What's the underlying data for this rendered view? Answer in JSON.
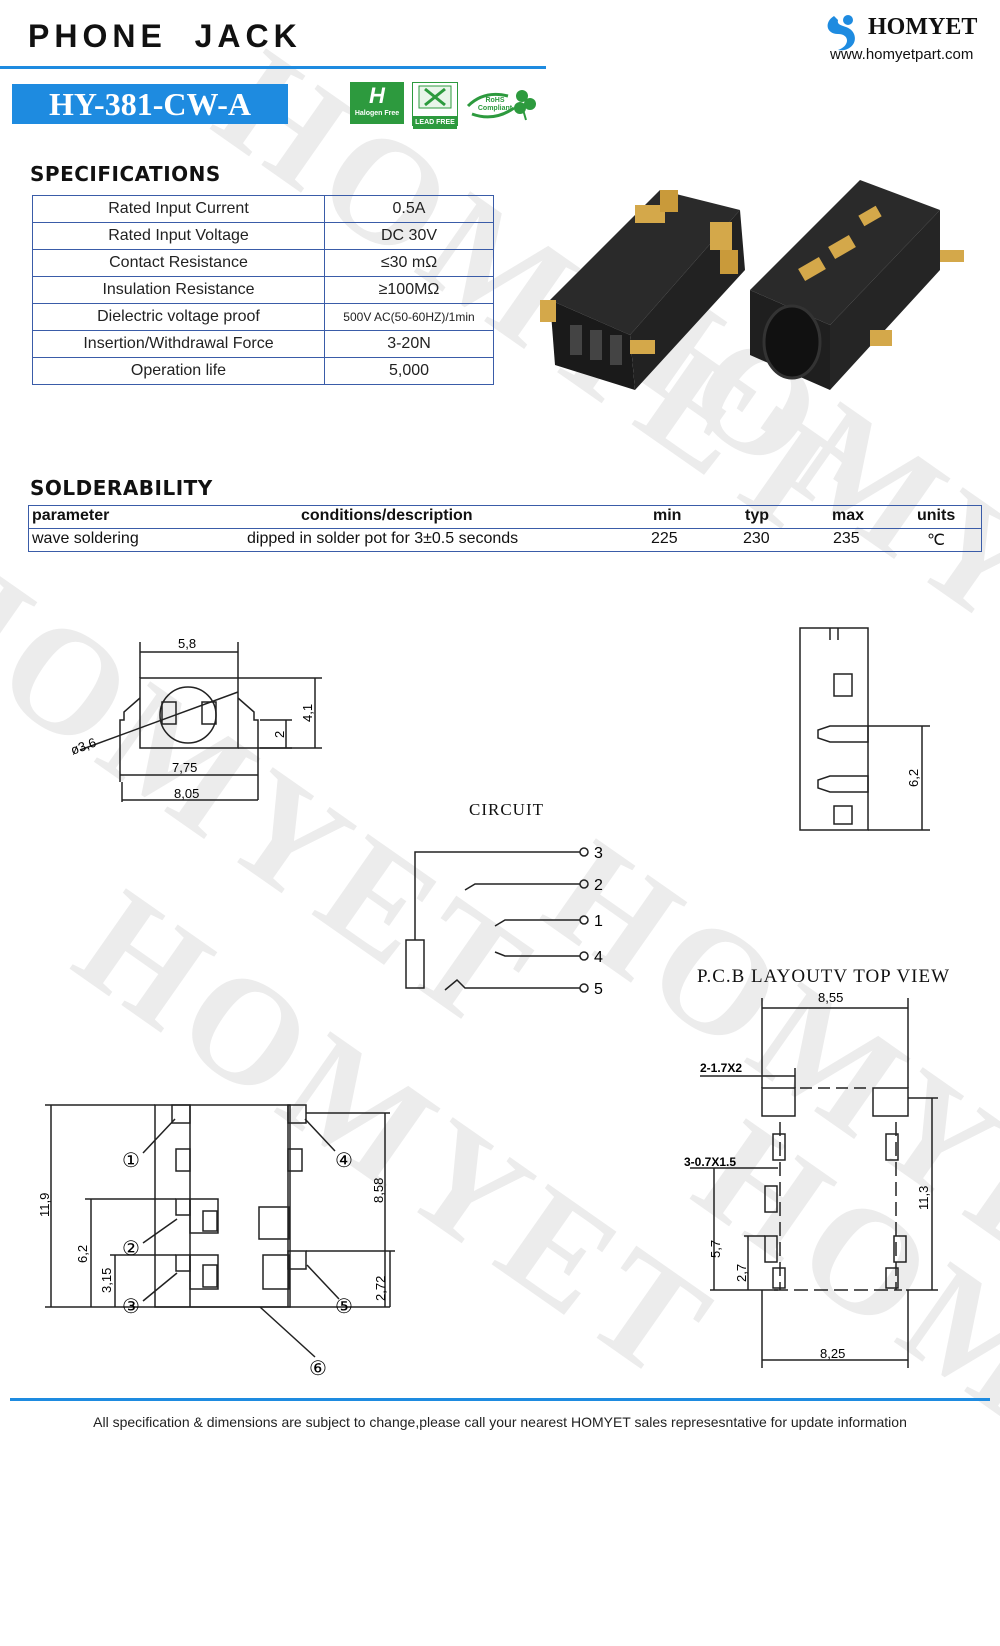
{
  "header": {
    "title": "PHONE  JACK",
    "model": "HY-381-CW-A",
    "brand": "HOMYET",
    "url": "www.homyetpart.com",
    "badges": [
      "Halogen Free",
      "LEAD FREE",
      "RoHS Compliant"
    ]
  },
  "watermark": "HOMYET",
  "specifications": {
    "heading": "SPECIFICATIONS",
    "rows": [
      {
        "name": "Rated Input Current",
        "value": "0.5A"
      },
      {
        "name": "Rated Input Voltage",
        "value": "DC  30V"
      },
      {
        "name": "Contact Resistance",
        "value": "≤30  mΩ"
      },
      {
        "name": "Insulation Resistance",
        "value": "≥100MΩ"
      },
      {
        "name": "Dielectric voltage proof",
        "value": "500V AC(50-60HZ)/1min"
      },
      {
        "name": "Insertion/Withdrawal Force",
        "value": "3-20N"
      },
      {
        "name": "Operation life",
        "value": "5,000"
      }
    ]
  },
  "solderability": {
    "heading": "SOLDERABILITY",
    "headers": {
      "parameter": "parameter",
      "conditions": "conditions/description",
      "min": "min",
      "typ": "typ",
      "max": "max",
      "units": "units"
    },
    "row": {
      "parameter": "wave soldering",
      "conditions": "dipped in solder pot for 3±0.5 seconds",
      "min": "225",
      "typ": "230",
      "max": "235",
      "units": "℃"
    }
  },
  "drawings": {
    "front": {
      "dim_width": "5,8",
      "dim_diameter": "ø3,6",
      "dim_7_75": "7,75",
      "dim_8_05": "8,05",
      "dim_4_1": "4,1",
      "dim_2": "2"
    },
    "side": {
      "dim_6_2": "6,2"
    },
    "circuit": {
      "title": "CIRCUIT",
      "pins": [
        "3",
        "2",
        "1",
        "4",
        "5"
      ]
    },
    "bottom": {
      "dim_11_9": "11,9",
      "dim_6_2": "6,2",
      "dim_3_15": "3,15",
      "dim_8_58": "8,58",
      "dim_2_72": "2,72",
      "labels": [
        "①",
        "②",
        "③",
        "④",
        "⑤",
        "⑥"
      ]
    },
    "pcb": {
      "title": "P.C.B LAYOUTV TOP VIEW",
      "dim_8_55": "8,55",
      "dim_2_1_7x2": "2-1.7X2",
      "dim_3_0_7x1_5": "3-0.7X1.5",
      "dim_5_7": "5,7",
      "dim_2_7": "2,7",
      "dim_11_3": "11,3",
      "dim_8_25": "8,25"
    }
  },
  "footer": {
    "note": "All specification & dimensions are subject to change,please call your nearest HOMYET sales represesntative for update information"
  }
}
